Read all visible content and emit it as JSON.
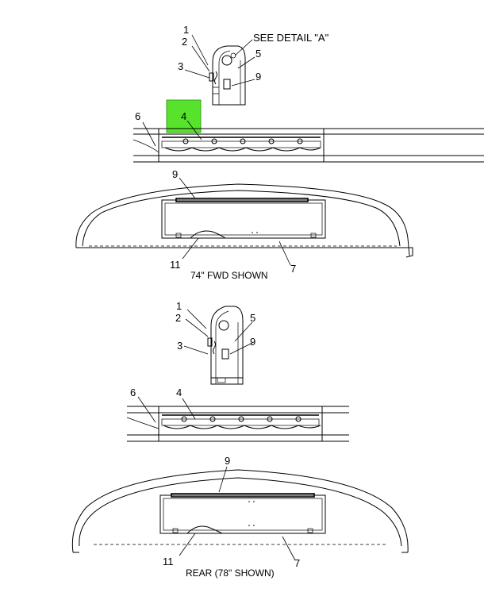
{
  "highlight_color": "#57e32c",
  "top_view": {
    "detail_callout": "SEE DETAIL \"A\"",
    "detail_labels": [
      "1",
      "2",
      "3",
      "5",
      "9"
    ],
    "strip_labels": {
      "six": "6",
      "four": "4"
    },
    "arch_labels": {
      "nine": "9",
      "eleven": "11",
      "seven": "7"
    },
    "caption": "74\" FWD SHOWN"
  },
  "bottom_view": {
    "detail_labels": [
      "1",
      "2",
      "3",
      "5",
      "9"
    ],
    "strip_labels": {
      "six": "6",
      "four": "4"
    },
    "arch_labels": {
      "nine": "9",
      "eleven": "11",
      "seven": "7"
    },
    "caption": "REAR (78\" SHOWN)"
  }
}
